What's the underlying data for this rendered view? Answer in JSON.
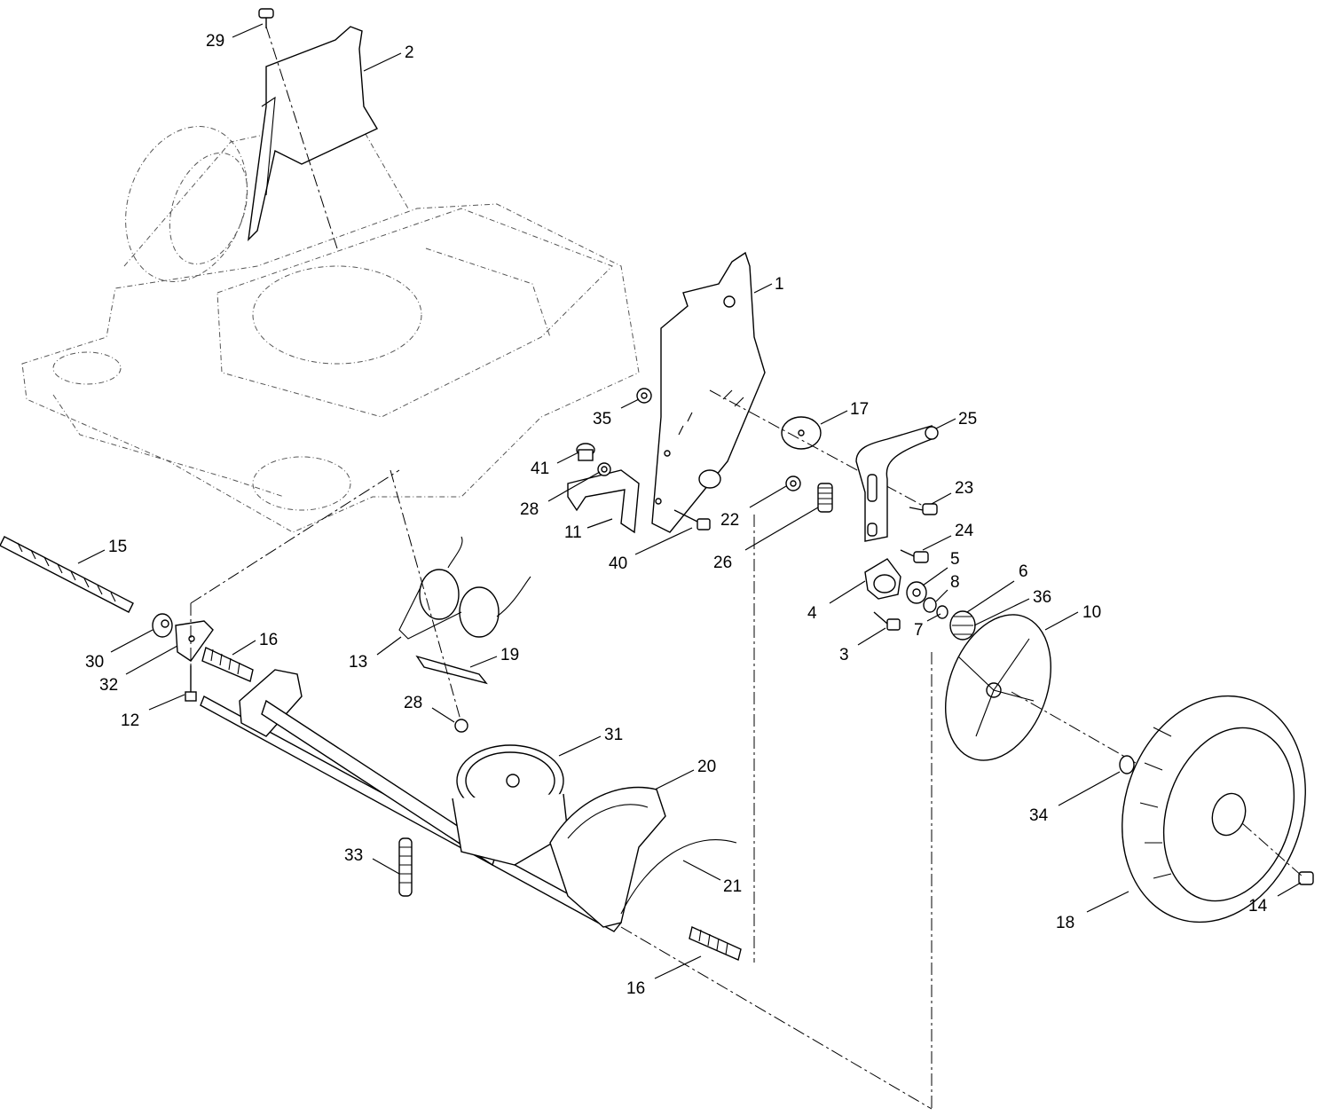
{
  "callouts": {
    "c1": "1",
    "c2": "2",
    "c3": "3",
    "c4": "4",
    "c5": "5",
    "c6": "6",
    "c7": "7",
    "c8": "8",
    "c10": "10",
    "c11": "11",
    "c12": "12",
    "c13": "13",
    "c14": "14",
    "c15": "15",
    "c16a": "16",
    "c16b": "16",
    "c17": "17",
    "c18": "18",
    "c19": "19",
    "c20": "20",
    "c21": "21",
    "c22": "22",
    "c23": "23",
    "c24": "24",
    "c25": "25",
    "c26": "26",
    "c28a": "28",
    "c28b": "28",
    "c29": "29",
    "c30": "30",
    "c31": "31",
    "c32": "32",
    "c33": "33",
    "c34": "34",
    "c35": "35",
    "c36": "36",
    "c40": "40",
    "c41": "41"
  }
}
